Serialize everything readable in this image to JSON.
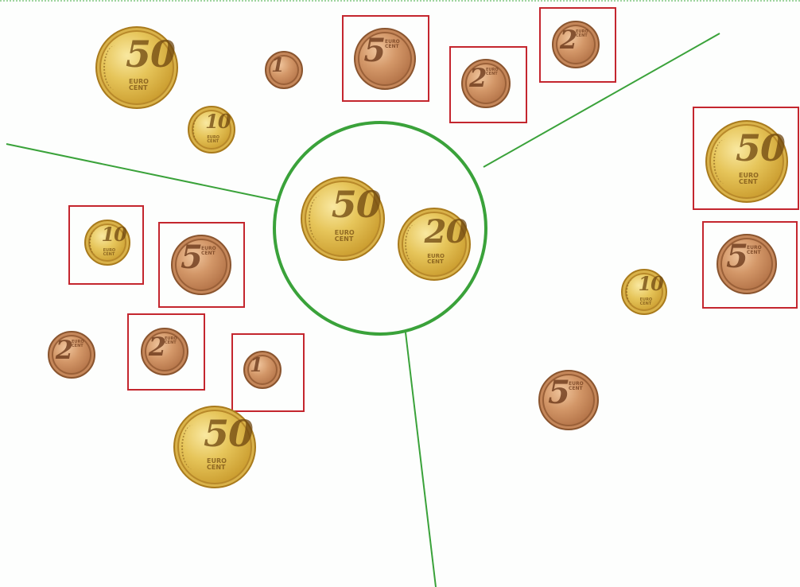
{
  "game": {
    "colors": {
      "zone_line": "#3aa23a",
      "box": "#c4262e",
      "top_border": "#9fd49f"
    },
    "coins": [
      {
        "id": "c1",
        "value": "50",
        "label": "EURO CENT"
      },
      {
        "id": "c2",
        "value": "1",
        "label": ""
      },
      {
        "id": "c3",
        "value": "5",
        "label": "EURO CENT"
      },
      {
        "id": "c4",
        "value": "2",
        "label": "EURO CENT"
      },
      {
        "id": "c5",
        "value": "2",
        "label": "EURO CENT"
      },
      {
        "id": "c6",
        "value": "10",
        "label": "EURO CENT"
      },
      {
        "id": "c7",
        "value": "50",
        "label": "EURO CENT"
      },
      {
        "id": "c8",
        "value": "20",
        "label": "EURO CENT"
      },
      {
        "id": "c9",
        "value": "50",
        "label": "EURO CENT"
      },
      {
        "id": "c10",
        "value": "10",
        "label": "EURO CENT"
      },
      {
        "id": "c11",
        "value": "5",
        "label": "EURO CENT"
      },
      {
        "id": "c12",
        "value": "5",
        "label": "EURO CENT"
      },
      {
        "id": "c13",
        "value": "10",
        "label": "EURO CENT"
      },
      {
        "id": "c14",
        "value": "2",
        "label": "EURO CENT"
      },
      {
        "id": "c15",
        "value": "2",
        "label": "EURO CENT"
      },
      {
        "id": "c16",
        "value": "1",
        "label": ""
      },
      {
        "id": "c17",
        "value": "50",
        "label": "EURO CENT"
      },
      {
        "id": "c18",
        "value": "5",
        "label": "EURO CENT"
      }
    ]
  }
}
